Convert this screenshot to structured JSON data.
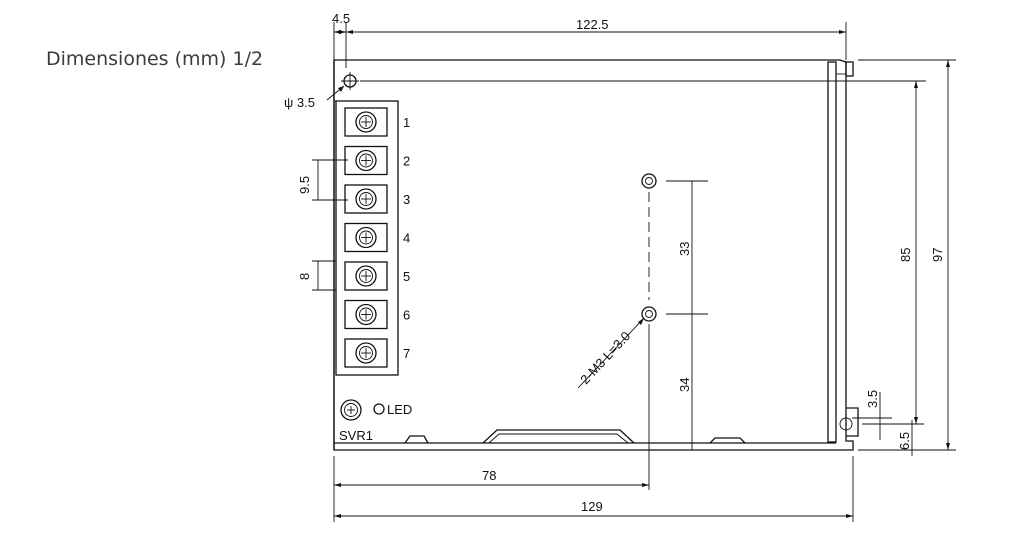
{
  "caption": "Dimensiones (mm) 1/2",
  "dimensions": {
    "top_offset": "4.5",
    "top_width": "122.5",
    "hole_diameter": "ψ 3.5",
    "terminal_pitch": "9.5",
    "terminal_width": "8",
    "mount_spacing_upper": "33",
    "mount_spacing_lower": "34",
    "inner_height": "85",
    "total_height": "97",
    "small_offset": "3.5",
    "bottom_offset": "6.5",
    "hole_distance": "78",
    "total_width": "129"
  },
  "screw_note": "2-M3 L=3.0",
  "terminals": [
    "1",
    "2",
    "3",
    "4",
    "5",
    "6",
    "7"
  ],
  "labels": {
    "led": "LED",
    "svr": "SVR1"
  }
}
